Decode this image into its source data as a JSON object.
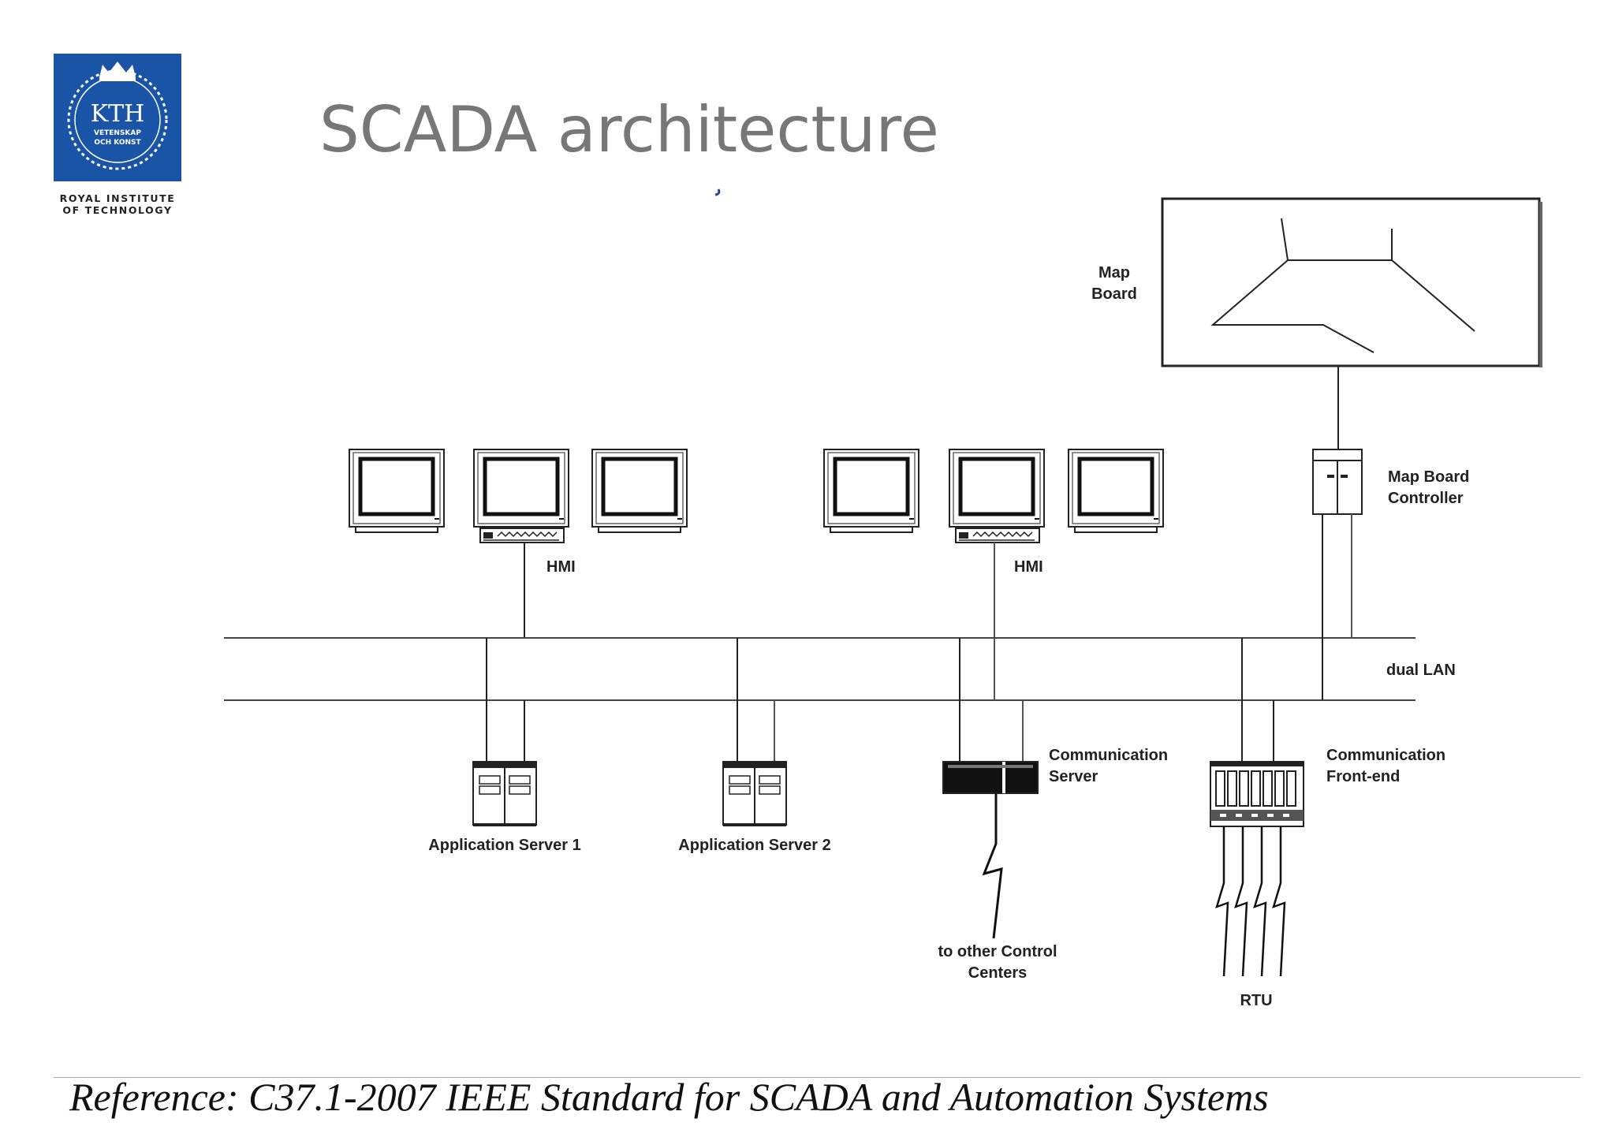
{
  "slide": {
    "title": "SCADA architecture",
    "reference": "Reference: C37.1-2007 IEEE Standard for SCADA and Automation Systems"
  },
  "logo": {
    "wordmark": "KTH",
    "motto_line1": "VETENSKAP",
    "motto_line2": "OCH KONST",
    "institution_line1": "ROYAL INSTITUTE",
    "institution_line2": "OF TECHNOLOGY",
    "brand_color": "#1954a6"
  },
  "diagram": {
    "map_board": [
      "Map",
      "Board"
    ],
    "map_board_controller": [
      "Map Board",
      "Controller"
    ],
    "hmi_left": "HMI",
    "hmi_right": "HMI",
    "lan": "dual LAN",
    "app_server_1": "Application Server 1",
    "app_server_2": "Application Server 2",
    "comm_server": [
      "Communication",
      "Server"
    ],
    "comm_frontend": [
      "Communication",
      "Front-end"
    ],
    "other_centers": [
      "to other Control",
      "Centers"
    ],
    "rtu": "RTU"
  }
}
